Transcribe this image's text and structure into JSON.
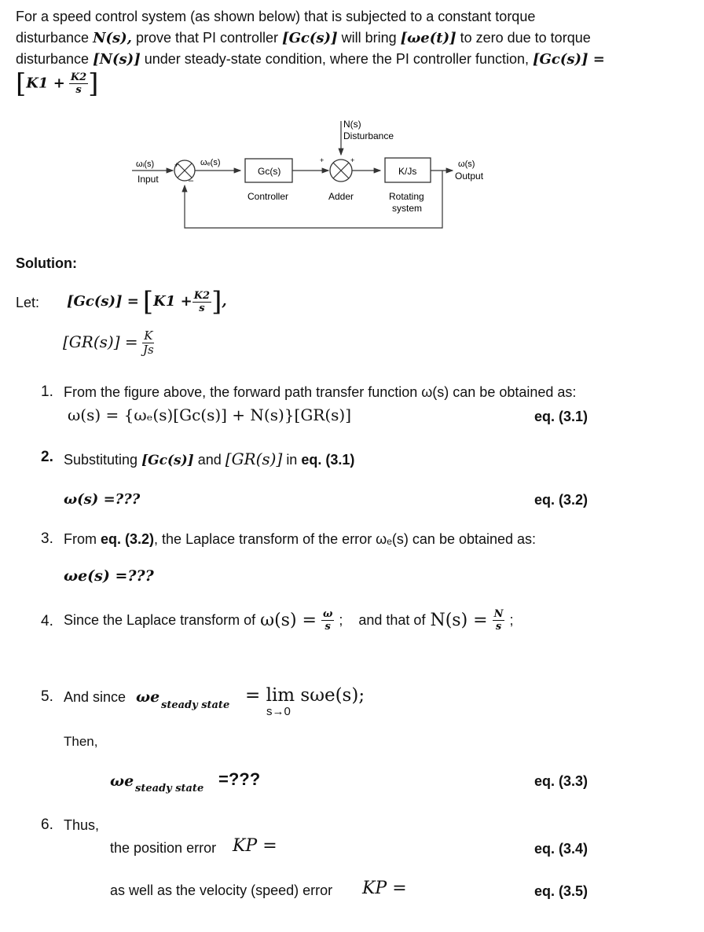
{
  "problem": {
    "line1": "For a speed control system (as shown below) that is subjected to a constant torque",
    "line2_pre": "disturbance ",
    "line2_N": "N(s),",
    "line2_mid": " prove that PI controller ",
    "line2_Gc": "[Gc(s)]",
    "line2_mid2": " will bring ",
    "line2_we": "[ωe(t)]",
    "line2_post": " to zero due to torque",
    "line3_pre": "disturbance ",
    "line3_N": "[N(s)]",
    "line3_mid": " under steady-state condition, where the PI controller function, ",
    "line3_Gc": "[Gc(s)] =",
    "line4_K1": "K1 +",
    "line4_num": "K2",
    "line4_den": "s"
  },
  "diagram": {
    "wi": "ωᵢ(s)",
    "input": "Input",
    "we": "ωₑ(s)",
    "gc": "Gc(s)",
    "controller": "Controller",
    "ns": "N(s)",
    "disturbance": "Disturbance",
    "adder": "Adder",
    "kjs": "K/Js",
    "rotating1": "Rotating",
    "rotating2": "system",
    "w": "ω(s)",
    "output": "Output",
    "plus": "+",
    "minus": "–"
  },
  "solution": {
    "heading": "Solution:",
    "let": "Let:",
    "gc_lhs": "[Gc(s)] =",
    "gc_k1": "K1 +",
    "gc_num": "K2",
    "gc_den": "s",
    "gc_comma": ",",
    "gr_lhs": "[GR(s)] =",
    "gr_num": "K",
    "gr_den": "Js"
  },
  "steps": {
    "s1_num": "1.",
    "s1_text": "From the figure above, the forward path transfer function ω(s) can be obtained as:",
    "s1_eq": "ω(s) = {ωₑ(s)[Gc(s)] + N(s)}[GR(s)]",
    "s1_tag": "eq. (3.1)",
    "s2_num": "2.",
    "s2_pre": "Substituting",
    "s2_gc": "[Gc(s)]",
    "s2_and": "and",
    "s2_gr": "[GR(s)]",
    "s2_in": "in",
    "s2_ref": "eq. (3.1)",
    "s2_eq": "ω(s) =???",
    "s2_tag": "eq. (3.2)",
    "s3_num": "3.",
    "s3_pre": "From",
    "s3_ref": "eq. (3.2)",
    "s3_text": ", the Laplace transform of the error ωₑ(s) can be obtained as:",
    "s3_eq": "ωe(s) =???",
    "s4_num": "4.",
    "s4_text": "Since the Laplace transform of",
    "s4_ws": "ω(s) =",
    "s4_num_w": "ω",
    "s4_den_w": "s",
    "s4_semi": ";",
    "s4_and": "and that of",
    "s4_ns": "N(s) =",
    "s4_num_n": "N",
    "s4_den_n": "s",
    "s4_semi2": ";",
    "s5_num": "5.",
    "s5_text": "And since",
    "s5_w": "ωe",
    "s5_sub": "steady state",
    "s5_eq": "= lim sωe(s);",
    "s5_lim": "s→0",
    "then": "Then,",
    "ss_w": "ωe",
    "ss_sub": "steady state",
    "ss_eq": "=???",
    "ss_tag": "eq. (3.3)",
    "s6_num": "6.",
    "s6_text": "Thus,",
    "pos_text": "the position error",
    "pos_k": "KP =",
    "pos_tag": "eq. (3.4)",
    "vel_text": "as well as the velocity (speed) error",
    "vel_k": "KP =",
    "vel_tag": "eq. (3.5)"
  }
}
